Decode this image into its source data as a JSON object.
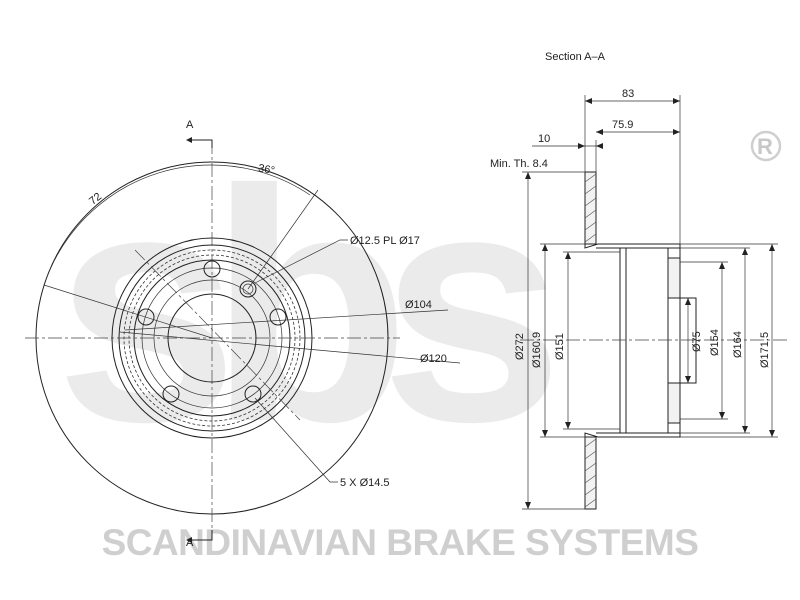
{
  "watermark": {
    "logo_text": "sbs",
    "registered": "®",
    "footer": "SCANDINAVIAN BRAKE SYSTEMS"
  },
  "front_view": {
    "section_marker_top": "A",
    "section_marker_bottom": "A",
    "angle_72": "72",
    "angle_36": "36°",
    "hole_label": "Ø12.5  PL  Ø17",
    "dia_104": "Ø104",
    "dia_120": "Ø120",
    "bolt_label": "5  X  Ø14.5"
  },
  "section_view": {
    "title": "Section  A–A",
    "dim_83": "83",
    "dim_75_9": "75.9",
    "dim_10": "10",
    "min_thickness": "Min. Th.  8.4",
    "dia_272": "Ø272",
    "dia_160_9": "Ø160.9",
    "dia_151": "Ø151",
    "dia_75": "Ø75",
    "dia_154": "Ø154",
    "dia_164": "Ø164",
    "dia_171_5": "Ø171.5"
  }
}
